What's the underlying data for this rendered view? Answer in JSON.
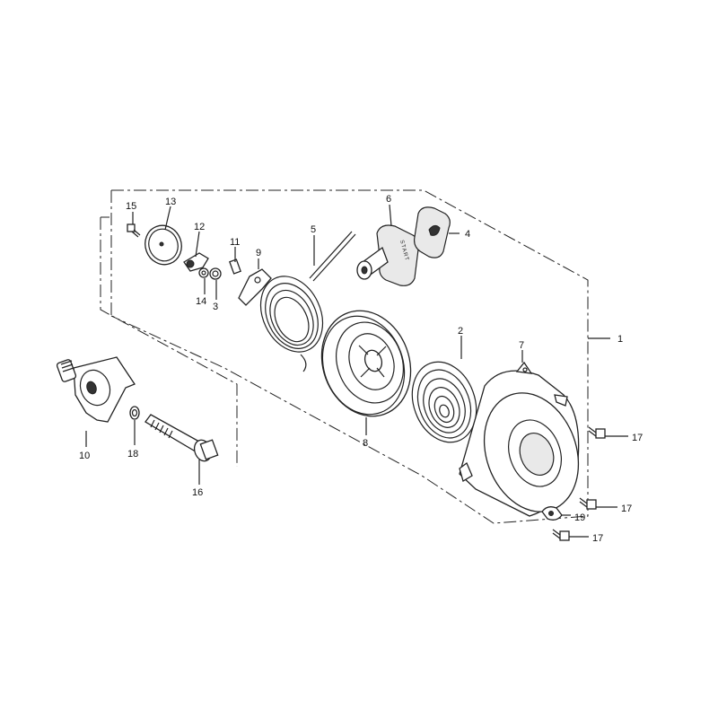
{
  "diagram": {
    "callouts": {
      "c1": "1",
      "c2": "2",
      "c3": "3",
      "c4": "4",
      "c5": "5",
      "c6": "6",
      "c7": "7",
      "c8": "8",
      "c9": "9",
      "c10": "10",
      "c11": "11",
      "c12": "12",
      "c13": "13",
      "c14": "14",
      "c15": "15",
      "c16": "16",
      "c17a": "17",
      "c17b": "17",
      "c17c": "17",
      "c18": "18",
      "c19": "19"
    },
    "handle_stamp": "START"
  }
}
